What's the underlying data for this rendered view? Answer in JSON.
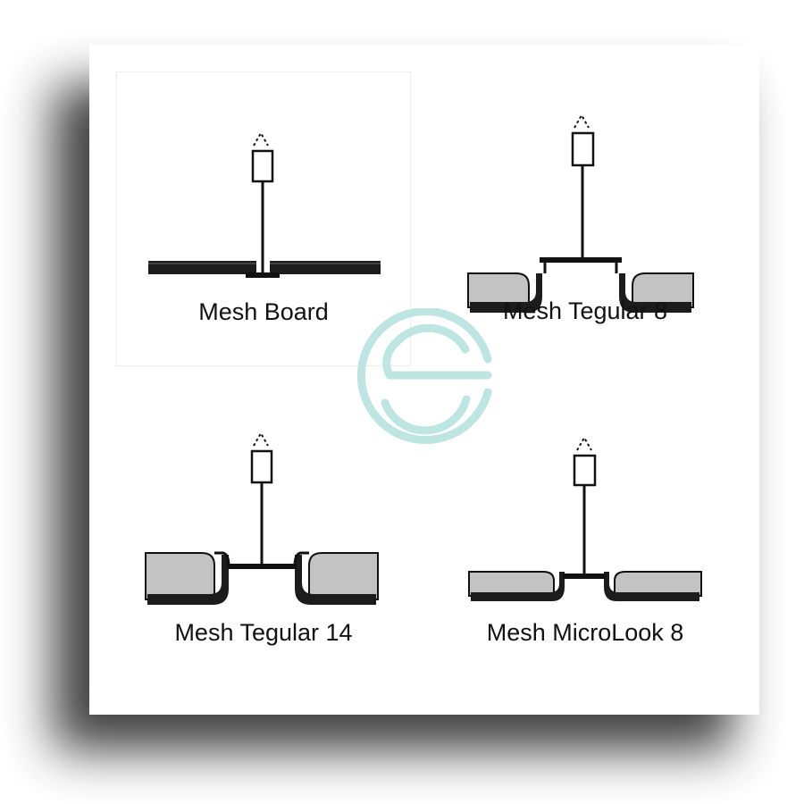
{
  "diagrams": [
    {
      "label": "Mesh Board"
    },
    {
      "label": "Mesh Tegular 8"
    },
    {
      "label": "Mesh Tegular 14"
    },
    {
      "label": "Mesh MicroLook 8"
    }
  ],
  "watermark": {
    "name": "circular-s-logo",
    "color": "#bde5e2"
  },
  "colors": {
    "line": "#111111",
    "panel": "#c3c3c3",
    "page": "#ffffff"
  }
}
